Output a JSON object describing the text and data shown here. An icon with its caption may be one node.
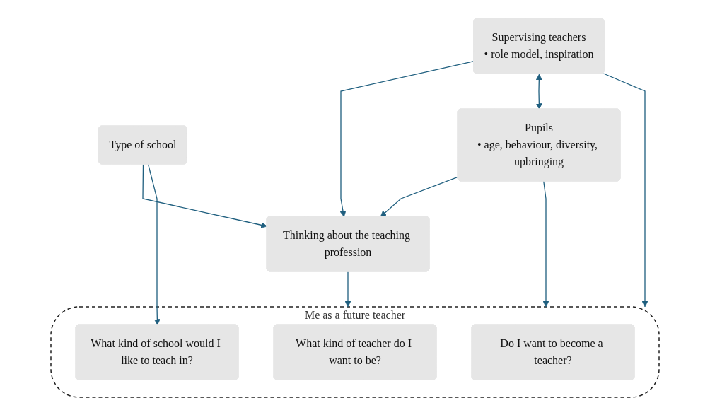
{
  "diagram": {
    "nodes": [
      {
        "text": [
          "Thinking about the teaching profession"
        ]
      },
      {
        "text": [
          "Me as a future teacher"
        ]
      },
      {
        "text": [
          "Do I want to become a teacher?"
        ],
        "in": 1
      },
      {
        "text": [
          "What kind of teacher do I want to be?"
        ],
        "in": 1
      },
      {
        "text": [
          "What kind of school would I like to teach in?"
        ],
        "in": 1
      },
      {
        "text": [
          "Type of school"
        ]
      },
      {
        "text": [
          "Supervising teachers",
          "• role model, inspiration"
        ]
      },
      {
        "text": [
          "Pupils",
          "• age, behaviour, diversity, upbringing"
        ]
      }
    ],
    "edges": [
      {
        "from": 0,
        "to": 1,
        "arrow": "to"
      },
      {
        "from": 6,
        "to": 0,
        "arrow": "to"
      },
      {
        "from": 5,
        "to": 0,
        "arrow": "to"
      },
      {
        "from": 7,
        "to": 0,
        "arrow": "to"
      },
      {
        "from": 5,
        "to": 4,
        "arrow": "to"
      },
      {
        "from": 6,
        "to": 1,
        "arrow": "to"
      },
      {
        "from": 7,
        "to": 1,
        "arrow": "to"
      },
      {
        "from": 6,
        "to": 7,
        "arrow": "both"
      }
    ]
  }
}
